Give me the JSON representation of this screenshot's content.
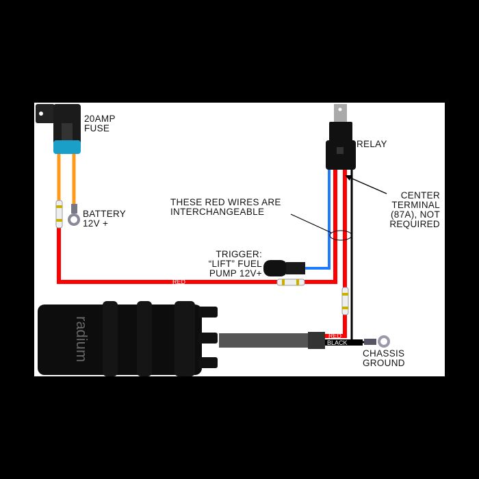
{
  "labels": {
    "fuse": [
      "20AMP",
      "FUSE"
    ],
    "battery": [
      "BATTERY",
      "12V +"
    ],
    "relay": "RELAY",
    "interchangeable": [
      "THESE RED WIRES ARE",
      "INTERCHANGEABLE"
    ],
    "center_terminal": [
      "CENTER",
      "TERMINAL",
      "(87A), NOT",
      "REQUIRED"
    ],
    "trigger": [
      "TRIGGER:",
      "“LIFT” FUEL",
      "PUMP 12V+"
    ],
    "chassis_ground": [
      "CHASSIS",
      "GROUND"
    ]
  },
  "wire_labels": {
    "red_main": "RED",
    "red_pump": "RED",
    "black_pump": "BLACK"
  },
  "logo": "radium",
  "colors": {
    "red": "#ff0000",
    "orange": "#ff9a1a",
    "blue": "#1e7bff",
    "black": "#000000",
    "fuse_blue": "#1aa0c8"
  }
}
